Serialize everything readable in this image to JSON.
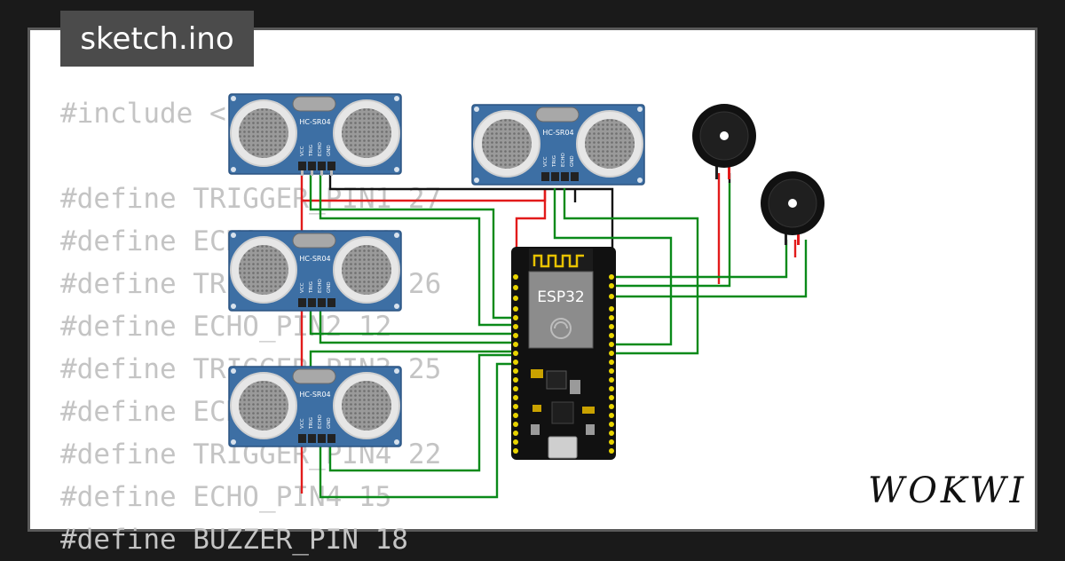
{
  "tab": {
    "label": "sketch.ino"
  },
  "code_lines": [
    "#include <",
    "",
    "#define TRIGGER_PIN1 27",
    "#define ECHO_PIN1 14",
    "#define TRIGGER_PIN2 26",
    "#define ECHO_PIN2 12",
    "#define TRIGGER_PIN3 25",
    "#define ECHO_PIN3",
    "#define TRIGGER_PIN4 22",
    "#define ECHO_PIN4 15",
    "#define BUZZER_PIN 18"
  ],
  "sensor": {
    "model": "HC-SR04",
    "pins": [
      "VCC",
      "TRIG",
      "ECHO",
      "GND"
    ]
  },
  "board": {
    "label": "ESP32"
  },
  "brand": {
    "logo_text": "WOKWI"
  },
  "colors": {
    "sensor_body": "#3d6fa4",
    "wire_green": "#0a8a1a",
    "wire_red": "#e21b1b",
    "wire_black": "#111111",
    "board_body": "#111111",
    "header_pin": "#e8d400"
  }
}
